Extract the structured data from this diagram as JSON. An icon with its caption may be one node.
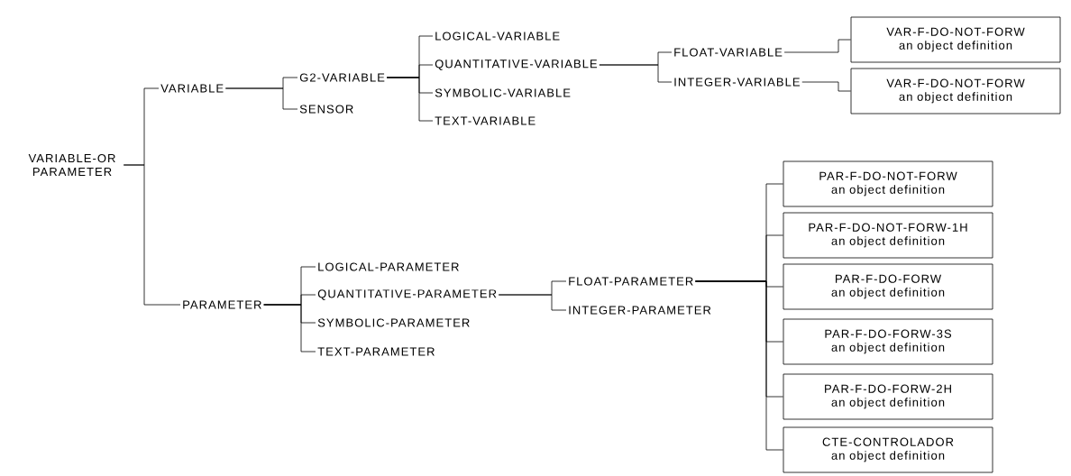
{
  "diagram": {
    "nodes": [
      {
        "text": [
          "VARIABLE-OR PARAMETER"
        ]
      },
      {
        "text": [
          "VARIABLE"
        ]
      },
      {
        "text": [
          "G2-VARIABLE"
        ]
      },
      {
        "text": [
          "SENSOR"
        ]
      },
      {
        "text": [
          "LOGICAL-VARIABLE"
        ]
      },
      {
        "text": [
          "QUANTITATIVE-VARIABLE"
        ]
      },
      {
        "text": [
          "SYMBOLIC-VARIABLE"
        ]
      },
      {
        "text": [
          "TEXT-VARIABLE"
        ]
      },
      {
        "text": [
          "FLOAT-VARIABLE"
        ]
      },
      {
        "text": [
          "INTEGER-VARIABLE"
        ]
      },
      {
        "text": [
          "VAR-F-DO-NOT-FORW",
          "an object definition"
        ]
      },
      {
        "text": [
          "VAR-F-DO-NOT-FORW",
          "an object definition"
        ]
      },
      {
        "text": [
          "PARAMETER"
        ]
      },
      {
        "text": [
          "LOGICAL-PARAMETER"
        ]
      },
      {
        "text": [
          "QUANTITATIVE-PARAMETER"
        ]
      },
      {
        "text": [
          "SYMBOLIC-PARAMETER"
        ]
      },
      {
        "text": [
          "TEXT-PARAMETER"
        ]
      },
      {
        "text": [
          "FLOAT-PARAMETER"
        ]
      },
      {
        "text": [
          "INTEGER-PARAMETER"
        ]
      },
      {
        "text": [
          "PAR-F-DO-NOT-FORW",
          "an object definition"
        ]
      },
      {
        "text": [
          "PAR-F-DO-NOT-FORW-1H",
          "an object definition"
        ]
      },
      {
        "text": [
          "PAR-F-DO-FORW",
          "an object definition"
        ]
      },
      {
        "text": [
          "PAR-F-DO-FORW-3S",
          "an object definition"
        ]
      },
      {
        "text": [
          "PAR-F-DO-FORW-2H",
          "an object definition"
        ]
      },
      {
        "text": [
          "CTE-CONTROLADOR",
          "an object definition"
        ]
      }
    ],
    "edges": [
      {
        "from": 0,
        "to": 1,
        "arrow": "none"
      },
      {
        "from": 0,
        "to": 12,
        "arrow": "none"
      },
      {
        "from": 1,
        "to": 2,
        "arrow": "none"
      },
      {
        "from": 1,
        "to": 3,
        "arrow": "none"
      },
      {
        "from": 2,
        "to": 4,
        "arrow": "none"
      },
      {
        "from": 2,
        "to": 5,
        "arrow": "none"
      },
      {
        "from": 2,
        "to": 6,
        "arrow": "none"
      },
      {
        "from": 2,
        "to": 7,
        "arrow": "none"
      },
      {
        "from": 5,
        "to": 8,
        "arrow": "none"
      },
      {
        "from": 5,
        "to": 9,
        "arrow": "none"
      },
      {
        "from": 8,
        "to": 10,
        "arrow": "none"
      },
      {
        "from": 9,
        "to": 11,
        "arrow": "none"
      },
      {
        "from": 12,
        "to": 13,
        "arrow": "none"
      },
      {
        "from": 12,
        "to": 14,
        "arrow": "none"
      },
      {
        "from": 12,
        "to": 15,
        "arrow": "none"
      },
      {
        "from": 12,
        "to": 16,
        "arrow": "none"
      },
      {
        "from": 14,
        "to": 17,
        "arrow": "none"
      },
      {
        "from": 14,
        "to": 18,
        "arrow": "none"
      },
      {
        "from": 17,
        "to": 19,
        "arrow": "none"
      },
      {
        "from": 17,
        "to": 20,
        "arrow": "none"
      },
      {
        "from": 17,
        "to": 21,
        "arrow": "none"
      },
      {
        "from": 17,
        "to": 22,
        "arrow": "none"
      },
      {
        "from": 17,
        "to": 23,
        "arrow": "none"
      },
      {
        "from": 17,
        "to": 24,
        "arrow": "none"
      }
    ]
  }
}
